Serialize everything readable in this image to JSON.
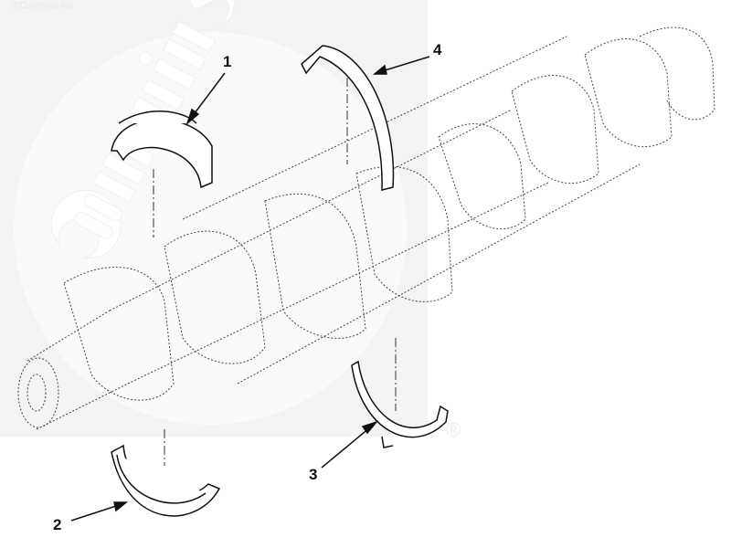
{
  "copyright": "©Cummins Inc",
  "watermark": {
    "text": "Cummins",
    "mark": "®"
  },
  "callouts": [
    {
      "number": "1",
      "part": "main-bearing-upper"
    },
    {
      "number": "2",
      "part": "main-bearing-lower"
    },
    {
      "number": "3",
      "part": "thrust-washer-lower"
    },
    {
      "number": "4",
      "part": "thrust-washer-upper"
    }
  ],
  "colors": {
    "line": "#222222",
    "watermark_bg": "#f2f2f2",
    "watermark_text": "#ffffff"
  }
}
